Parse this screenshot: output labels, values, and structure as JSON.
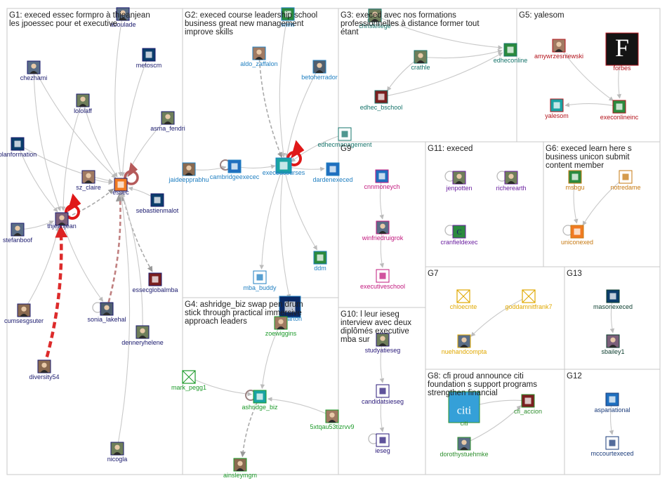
{
  "groups": [
    {
      "id": "G1",
      "label": "G1: execed essec formpro à thjeanjean les jpoessec pour et executive",
      "color": "#1a1a6e"
    },
    {
      "id": "G2",
      "label": "G2: execed course leadership school business great new management improve skills",
      "color": "#1f7fc1"
    },
    {
      "id": "G3",
      "label": "G3: execed avec nos formations professionnelles à distance former tout étant",
      "color": "#16746b"
    },
    {
      "id": "G5",
      "label": "G5: yalesom",
      "color": "#b3131b"
    },
    {
      "id": "G9",
      "label": "G9",
      "color": "#c2197e"
    },
    {
      "id": "G11",
      "label": "G11: execed",
      "color": "#6a1fa0"
    },
    {
      "id": "G6",
      "label": "G6: execed learn here s business unicon submit content member",
      "color": "#c77a12"
    },
    {
      "id": "G7",
      "label": "G7",
      "color": "#e0a800"
    },
    {
      "id": "G13",
      "label": "G13",
      "color": "#0b3d2e"
    },
    {
      "id": "G4",
      "label": "G4: ashridge_biz swap pen drum stick through practical immersive approach leaders",
      "color": "#1c9a2a"
    },
    {
      "id": "G10",
      "label": "G10: l leur ieseg interview avec deux diplômés executive mba sur",
      "color": "#2a1a7a"
    },
    {
      "id": "G8",
      "label": "G8: cfi proud announce citi foundation s support programs strengthen financial",
      "color": "#2e8f2e"
    },
    {
      "id": "G12",
      "label": "G12",
      "color": "#1a3b7a"
    }
  ],
  "nodes": [
    {
      "id": "aboulade",
      "label": "aboulade",
      "group": "G1",
      "icon": "photo"
    },
    {
      "id": "metoscm",
      "label": "metoscm",
      "group": "G1",
      "icon": "logo"
    },
    {
      "id": "chezhami",
      "label": "chezhami",
      "group": "G1",
      "icon": "photo"
    },
    {
      "id": "lololaff",
      "label": "lololaff",
      "group": "G1",
      "icon": "photo"
    },
    {
      "id": "asma_fendri",
      "label": "asma_fendri",
      "group": "G1",
      "icon": "photo"
    },
    {
      "id": "planformation",
      "label": "planformation",
      "group": "G1",
      "icon": "logo"
    },
    {
      "id": "sz_claire",
      "label": "sz_claire",
      "group": "G1",
      "icon": "photo"
    },
    {
      "id": "essec",
      "label": "essec",
      "group": "G1",
      "icon": "logo"
    },
    {
      "id": "sebastienmalot",
      "label": "sebastienmalot",
      "group": "G1",
      "icon": "logo"
    },
    {
      "id": "stefanboof",
      "label": "stefanboof",
      "group": "G1",
      "icon": "photo"
    },
    {
      "id": "thjeanjean",
      "label": "thjeanjean",
      "group": "G1",
      "icon": "photo"
    },
    {
      "id": "esseccglobalmba",
      "label": "essecglobalmba",
      "group": "G1",
      "icon": "logo"
    },
    {
      "id": "sonia_lakehal",
      "label": "sonia_lakehal",
      "group": "G1",
      "icon": "photo"
    },
    {
      "id": "cumsesgsuter",
      "label": "cumsesgsuter",
      "group": "G1",
      "icon": "photo"
    },
    {
      "id": "dennerhelene",
      "label": "denneryhelene",
      "group": "G1",
      "icon": "photo"
    },
    {
      "id": "diversity54",
      "label": "diversity54",
      "group": "G1",
      "icon": "photo"
    },
    {
      "id": "nicogla",
      "label": "nicogla",
      "group": "G1",
      "icon": "photo"
    },
    {
      "id": "www",
      "label": "www",
      "group": "G2",
      "icon": "logo"
    },
    {
      "id": "aldo_zaffalon",
      "label": "aldo_zaffalon",
      "group": "G2",
      "icon": "photo"
    },
    {
      "id": "betoherrador",
      "label": "betoherrador",
      "group": "G2",
      "icon": "photo"
    },
    {
      "id": "jaideepprabhu",
      "label": "jaideepprabhu",
      "group": "G2",
      "icon": "photo"
    },
    {
      "id": "cambridgeexecec",
      "label": "cambridgeexecec",
      "group": "G2",
      "icon": "logo"
    },
    {
      "id": "execedcourses",
      "label": "execedcourses",
      "group": "G2",
      "icon": "logo"
    },
    {
      "id": "dardenexeced",
      "label": "dardenexeced",
      "group": "G2",
      "icon": "logo"
    },
    {
      "id": "ddm",
      "label": "ddm",
      "group": "G2",
      "icon": "logo"
    },
    {
      "id": "mba_buddy",
      "label": "mba_buddy",
      "group": "G2",
      "icon": "logo"
    },
    {
      "id": "wharton",
      "label": "Wharton",
      "group": "G2",
      "icon": "logo"
    },
    {
      "id": "christellege",
      "label": "christellege",
      "group": "G3",
      "icon": "photo"
    },
    {
      "id": "crathle",
      "label": "crathle",
      "group": "G3",
      "icon": "photo"
    },
    {
      "id": "edheconline",
      "label": "edheconline",
      "group": "G3",
      "icon": "logo"
    },
    {
      "id": "edhec_bschool",
      "label": "edhec_bschool",
      "group": "G3",
      "icon": "logo"
    },
    {
      "id": "edhecmanagement",
      "label": "edhecmanagement",
      "group": "G3",
      "icon": "logo"
    },
    {
      "id": "amywrzesniewski",
      "label": "amywrzesniewski",
      "group": "G5",
      "icon": "photo"
    },
    {
      "id": "forbes",
      "label": "forbes",
      "group": "G5",
      "icon": "logo",
      "glyph": "F"
    },
    {
      "id": "yalesom",
      "label": "yalesom",
      "group": "G5",
      "icon": "logo"
    },
    {
      "id": "execonlineinc",
      "label": "execonlineinc",
      "group": "G5",
      "icon": "logo"
    },
    {
      "id": "cnnmoneych",
      "label": "cnnmoneych",
      "group": "G9",
      "icon": "logo"
    },
    {
      "id": "winfriedruigrok",
      "label": "winfriedruigrok",
      "group": "G9",
      "icon": "photo"
    },
    {
      "id": "executiveschool",
      "label": "executiveschool",
      "group": "G9",
      "icon": "logo"
    },
    {
      "id": "jenpotten",
      "label": "jenpotten",
      "group": "G11",
      "icon": "photo"
    },
    {
      "id": "richerearth",
      "label": "richerearth",
      "group": "G11",
      "icon": "photo"
    },
    {
      "id": "cranfieldexec",
      "label": "cranfieldexec",
      "group": "G11",
      "icon": "logo",
      "glyph": "C"
    },
    {
      "id": "msbgu",
      "label": "msbgu",
      "group": "G6",
      "icon": "logo"
    },
    {
      "id": "notredame",
      "label": "notredame",
      "group": "G6",
      "icon": "logo"
    },
    {
      "id": "uniconexed",
      "label": "uniconexed",
      "group": "G6",
      "icon": "logo"
    },
    {
      "id": "chloecnte",
      "label": "chloecnte",
      "group": "G7",
      "icon": "missing"
    },
    {
      "id": "goddamnitfrank7",
      "label": "goddamnitfrank7",
      "group": "G7",
      "icon": "missing"
    },
    {
      "id": "nuehandcompta",
      "label": "nuehandcompta",
      "group": "G7",
      "icon": "photo"
    },
    {
      "id": "masonexeced",
      "label": "masonexeced",
      "group": "G13",
      "icon": "logo"
    },
    {
      "id": "sbailey1",
      "label": "sbailey1",
      "group": "G13",
      "icon": "photo"
    },
    {
      "id": "zoewiggins",
      "label": "zoewiggins",
      "group": "G4",
      "icon": "photo"
    },
    {
      "id": "mark_pegg1",
      "label": "mark_pegg1",
      "group": "G4",
      "icon": "missing"
    },
    {
      "id": "ashridge_biz",
      "label": "ashridge_biz",
      "group": "G4",
      "icon": "logo"
    },
    {
      "id": "5xtqau53tizrvv9",
      "label": "5xtqau53tizrvv9",
      "group": "G4",
      "icon": "photo"
    },
    {
      "id": "ainsleymgm",
      "label": "ainsleymgm",
      "group": "G4",
      "icon": "photo"
    },
    {
      "id": "studyatieseg",
      "label": "studyatieseg",
      "group": "G10",
      "icon": "photo"
    },
    {
      "id": "candidatsieseg",
      "label": "candidatsieseg",
      "group": "G10",
      "icon": "logo"
    },
    {
      "id": "ieseg",
      "label": "ieseg",
      "group": "G10",
      "icon": "logo"
    },
    {
      "id": "citi",
      "label": "citi",
      "group": "G8",
      "icon": "logo",
      "glyph": "citi"
    },
    {
      "id": "cfi_accion",
      "label": "cfi_accion",
      "group": "G8",
      "icon": "logo"
    },
    {
      "id": "dorothystuehmke",
      "label": "dorothystuehmke",
      "group": "G8",
      "icon": "photo"
    },
    {
      "id": "aspanational",
      "label": "aspanational",
      "group": "G12",
      "icon": "logo"
    },
    {
      "id": "mccourtexeced",
      "label": "mccourtexeced",
      "group": "G12",
      "icon": "logo"
    }
  ],
  "edges": [
    {
      "s": "aboulade",
      "t": "essec"
    },
    {
      "s": "metoscm",
      "t": "essec"
    },
    {
      "s": "chezhami",
      "t": "essec"
    },
    {
      "s": "lololaff",
      "t": "essec"
    },
    {
      "s": "asma_fendri",
      "t": "essec"
    },
    {
      "s": "planformation",
      "t": "essec"
    },
    {
      "s": "sz_claire",
      "t": "essec"
    },
    {
      "s": "sebastienmalot",
      "t": "essec"
    },
    {
      "s": "stefanboof",
      "t": "thjeanjean"
    },
    {
      "s": "lololaff",
      "t": "thjeanjean"
    },
    {
      "s": "planformation",
      "t": "thjeanjean"
    },
    {
      "s": "chezhami",
      "t": "thjeanjean"
    },
    {
      "s": "thjeanjean",
      "t": "essec",
      "style": "dash"
    },
    {
      "s": "sonia_lakehal",
      "t": "essec",
      "style": "heavydash"
    },
    {
      "s": "essec",
      "t": "esseccglobalmba",
      "style": "dash"
    },
    {
      "s": "thjeanjean",
      "t": "sonia_lakehal"
    },
    {
      "s": "cumsesgsuter",
      "t": "thjeanjean"
    },
    {
      "s": "dennerhelene",
      "t": "essec"
    },
    {
      "s": "nicogla",
      "t": "essec"
    },
    {
      "s": "diversity54",
      "t": "thjeanjean",
      "style": "reddash"
    },
    {
      "s": "aldo_zaffalon",
      "t": "execedcourses",
      "style": "dash"
    },
    {
      "s": "betoherrador",
      "t": "execedcourses"
    },
    {
      "s": "www",
      "t": "execedcourses"
    },
    {
      "s": "cambridgeexecec",
      "t": "execedcourses"
    },
    {
      "s": "jaideepprabhu",
      "t": "cambridgeexecec"
    },
    {
      "s": "execedcourses",
      "t": "dardenexeced"
    },
    {
      "s": "execedcourses",
      "t": "ddm"
    },
    {
      "s": "execedcourses",
      "t": "mba_buddy"
    },
    {
      "s": "execedcourses",
      "t": "wharton"
    },
    {
      "s": "edhecmanagement",
      "t": "execedcourses"
    },
    {
      "s": "christellege",
      "t": "edheconline"
    },
    {
      "s": "crathle",
      "t": "edheconline"
    },
    {
      "s": "crathle",
      "t": "edhec_bschool"
    },
    {
      "s": "edhec_bschool",
      "t": "edheconline"
    },
    {
      "s": "amywrzesniewski",
      "t": "execonlineinc"
    },
    {
      "s": "forbes",
      "t": "execonlineinc"
    },
    {
      "s": "execonlineinc",
      "t": "yalesom"
    },
    {
      "s": "cnnmoneych",
      "t": "winfriedruigrok"
    },
    {
      "s": "winfriedruigrok",
      "t": "executiveschool"
    },
    {
      "s": "msbgu",
      "t": "uniconexed"
    },
    {
      "s": "notredame",
      "t": "uniconexed"
    },
    {
      "s": "goddamnitfrank7",
      "t": "nuehandcompta"
    },
    {
      "s": "masonexeced",
      "t": "sbailey1"
    },
    {
      "s": "zoewiggins",
      "t": "ashridge_biz"
    },
    {
      "s": "mark_pegg1",
      "t": "ashridge_biz"
    },
    {
      "s": "5xtqau53tizrvv9",
      "t": "ashridge_biz"
    },
    {
      "s": "ashridge_biz",
      "t": "ainsleymgm",
      "style": "dash"
    },
    {
      "s": "studyatieseg",
      "t": "candidatsieseg"
    },
    {
      "s": "candidatsieseg",
      "t": "ieseg"
    },
    {
      "s": "cfi_accion",
      "t": "citi"
    },
    {
      "s": "dorothystuehmke",
      "t": "cfi_accion"
    },
    {
      "s": "aspanational",
      "t": "mccourtexeced"
    }
  ],
  "self_loops": [
    "essec",
    "thjeanjean",
    "execedcourses",
    "sonia_lakehal",
    "cambridgeexecec",
    "ashridge_biz",
    "jenpotten",
    "richerearth",
    "cranfieldexec",
    "uniconexed",
    "ieseg"
  ]
}
